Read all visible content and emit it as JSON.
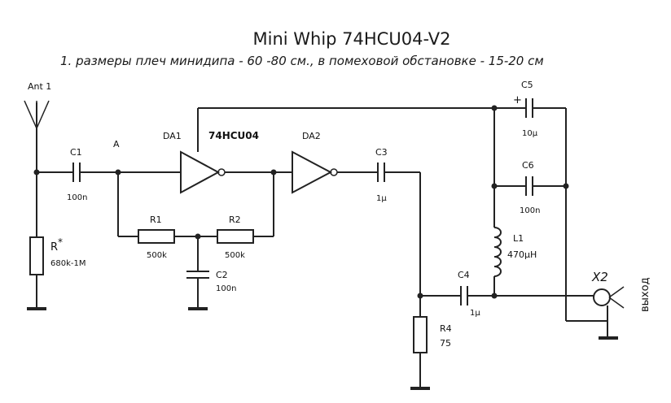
{
  "title": "Mini Whip 74HCU04-V2",
  "subtitle": "1. размеры плеч минидипа - 60 -80 см., в помеховой обстановке - 15-20 см",
  "components": {
    "ant1": "Ant 1",
    "c1": {
      "ref": "C1",
      "value": "100n"
    },
    "node_a": "A",
    "r_star": {
      "ref": "R",
      "sup": "*",
      "value": "680k-1M"
    },
    "da1": "DA1",
    "ic": "74HCU04",
    "da2": "DA2",
    "r1": {
      "ref": "R1",
      "value": "500k"
    },
    "r2": {
      "ref": "R2",
      "value": "500k"
    },
    "c2": {
      "ref": "C2",
      "value": "100n"
    },
    "c3": {
      "ref": "C3",
      "value": "1µ"
    },
    "c5": {
      "ref": "C5",
      "value": "10µ",
      "polarity": "+"
    },
    "c6": {
      "ref": "C6",
      "value": "100n"
    },
    "l1": {
      "ref": "L1",
      "value": "470µH"
    },
    "c4": {
      "ref": "C4",
      "value": "1µ"
    },
    "r4": {
      "ref": "R4",
      "value": "75"
    },
    "x2": "X2",
    "output": "выход"
  }
}
